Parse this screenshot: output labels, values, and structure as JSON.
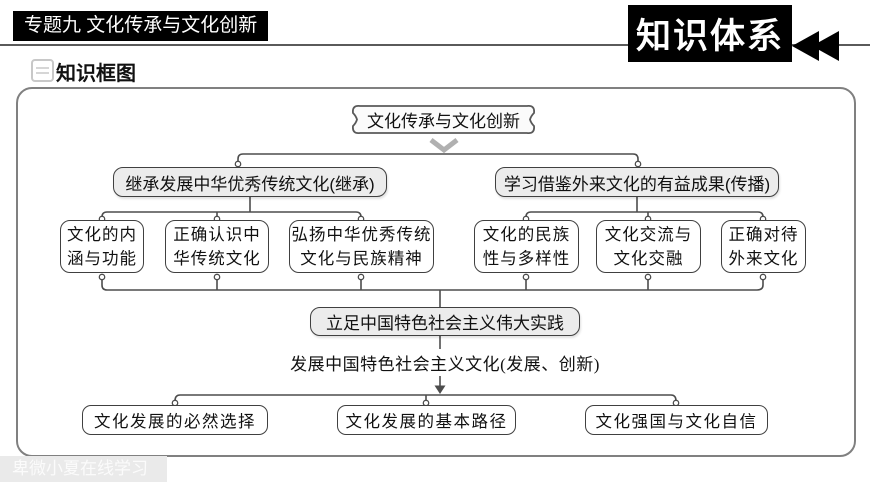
{
  "header": {
    "topic_banner": "专题九 文化传承与文化创新",
    "corner_tab": "知识体系",
    "section_title": "知识框图"
  },
  "icons": {
    "section_icon": "document-icon",
    "corner_icon": "double-left-triangles-icon"
  },
  "diagram": {
    "root": "文化传承与文化创新",
    "branches": [
      {
        "text": "继承发展中华优秀传统文化(继承)"
      },
      {
        "text": "学习借鉴外来文化的有益成果(传播)"
      }
    ],
    "topics": [
      {
        "text": "文化的内\n涵与功能"
      },
      {
        "text": "正确认识中\n华传统文化"
      },
      {
        "text": "弘扬中华优秀传统\n文化与民族精神"
      },
      {
        "text": "文化的民族\n性与多样性"
      },
      {
        "text": "文化交流与\n文化交融"
      },
      {
        "text": "正确对待\n外来文化"
      }
    ],
    "practice": "立足中国特色社会主义伟大实践",
    "development": "发展中国特色社会主义文化(发展、创新)",
    "outcomes": [
      {
        "text": "文化发展的必然选择"
      },
      {
        "text": "文化发展的基本路径"
      },
      {
        "text": "文化强国与文化自信"
      }
    ]
  },
  "watermark": "卑微小夏在线学习",
  "colors": {
    "banner_bg": "#000000",
    "banner_text": "#ffffff",
    "connector": "#4d4d4d",
    "node_border": "#404040",
    "node_fill": "#ffffff",
    "node_fill_gray": "#ececec",
    "chevron": "#b0b0b0",
    "frame_border": "#808080",
    "watermark_bg": "#eaeaea",
    "watermark_text": "#fbfbfb"
  }
}
